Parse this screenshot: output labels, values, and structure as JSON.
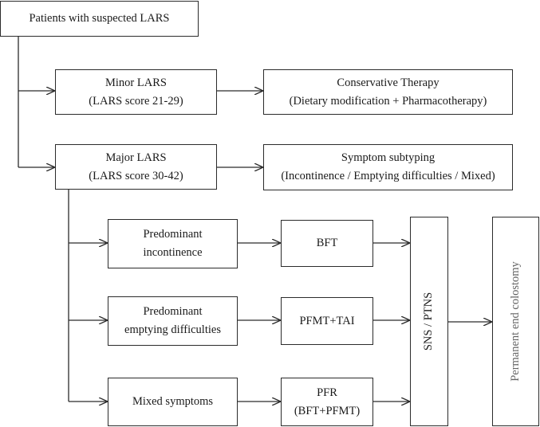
{
  "boxes": {
    "patients": "Patients with suspected LARS",
    "minor": {
      "line1": "Minor LARS",
      "line2": "(LARS score 21-29)"
    },
    "conservative": {
      "line1": "Conservative Therapy",
      "line2": "(Dietary modification + Pharmacotherapy)"
    },
    "major": {
      "line1": "Major LARS",
      "line2": "(LARS score 30-42)"
    },
    "subtyping": {
      "line1": "Symptom subtyping",
      "line2": "(Incontinence / Emptying difficulties / Mixed)"
    },
    "incontinence": {
      "line1": "Predominant",
      "line2": "incontinence"
    },
    "bft": "BFT",
    "emptying": {
      "line1": "Predominant",
      "line2": "emptying difficulties"
    },
    "pfmt_tai": "PFMT+TAI",
    "mixed": "Mixed symptoms",
    "pfr": {
      "line1": "PFR",
      "line2": "(BFT+PFMT)"
    },
    "sns": "SNS / PTNS",
    "colostomy": "Permanent end colostomy"
  },
  "colors": {
    "line": "#2b2b2b",
    "end_text": "#666666"
  }
}
